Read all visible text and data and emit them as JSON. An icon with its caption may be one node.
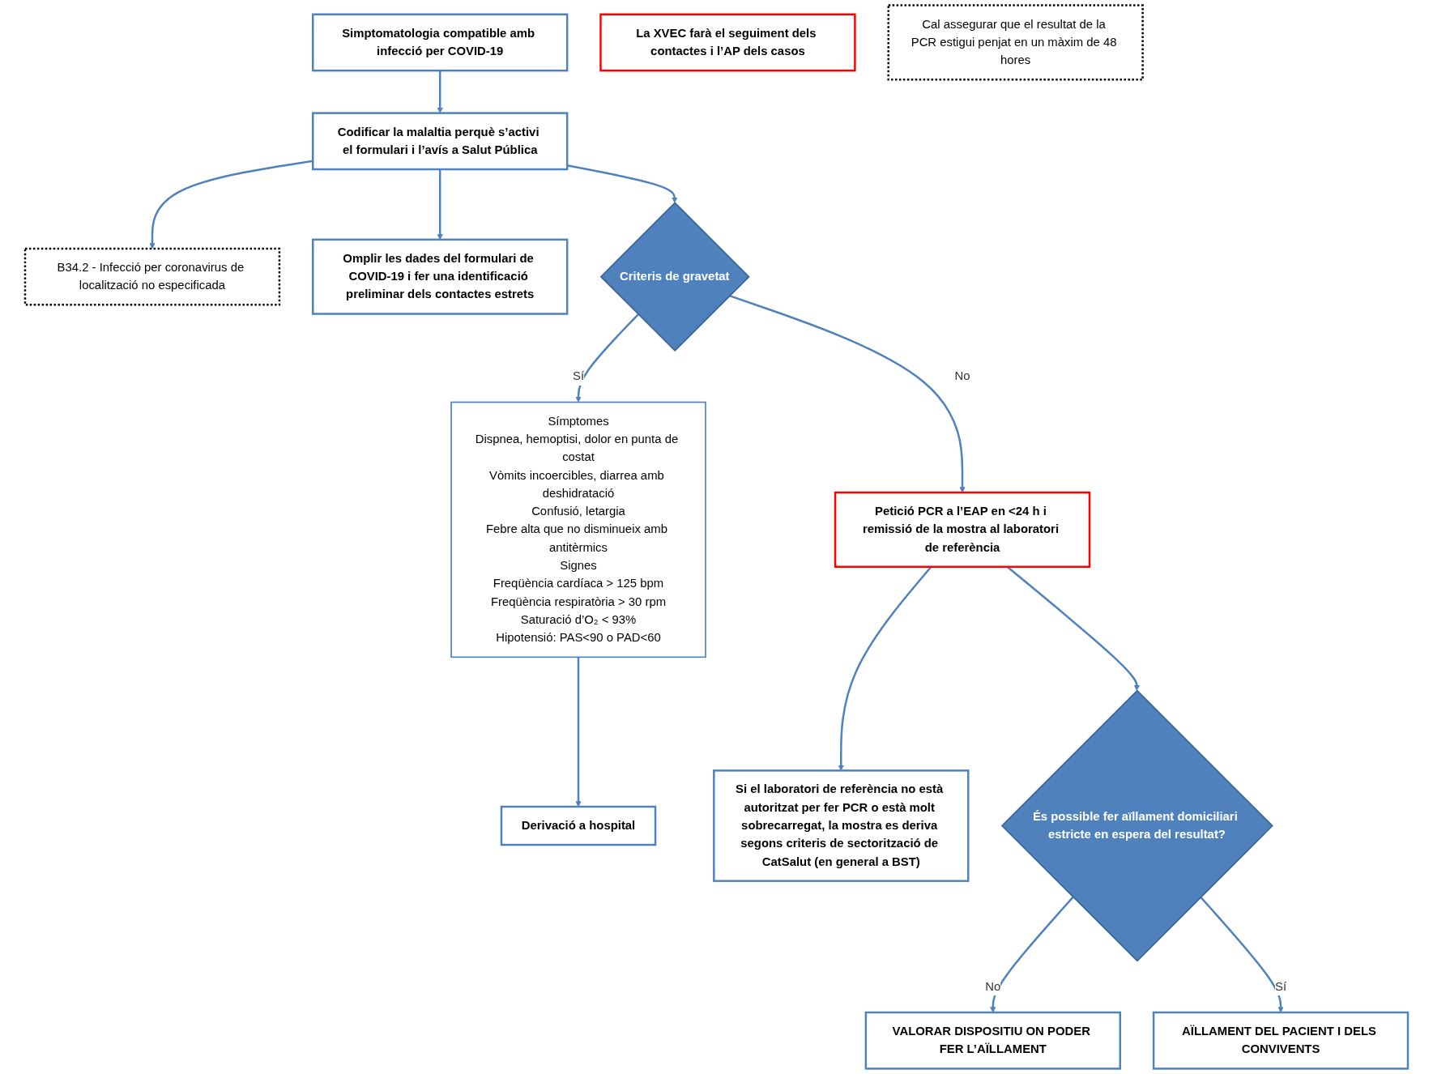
{
  "diagram": {
    "nodes": [
      {
        "text": [
          "Simptomatologia compatible amb infecció per COVID-19"
        ]
      },
      {
        "text": [
          "La XVEC farà el seguiment dels contactes i l’AP dels casos"
        ]
      },
      {
        "text": [
          "B34.2 - Infecció per coronavirus de localització no especificada"
        ]
      },
      {
        "text": [
          "Codificar la malaltia perquè s’activi el formulari i l’avís a Salut Pública"
        ]
      },
      {
        "text": [
          "Omplir les dades del formulari de COVID-19 i fer una identificació preliminar dels contactes estrets"
        ]
      },
      {
        "text": [
          "Criteris de gravetat"
        ]
      },
      {
        "text": [
          "Símptomes",
          "Dispnea, hemoptisi, dolor en punta de costat",
          "Vòmits incoercibles, diarrea amb deshidratació",
          "Confusió, letargia",
          "Febre alta que no disminueix amb antitèrmics",
          "Signes",
          "Freqüència cardíaca > 125 bpm",
          "Freqüència respiratòria > 30 rpm",
          "Saturació d’O₂ < 93%",
          "Hipotensió: PAS<90 o PAD<60"
        ]
      },
      {
        "text": [
          "Cal assegurar que el resultat de la PCR estigui penjat en un màxim de 48 hores"
        ]
      },
      {
        "text": [
          "Petició PCR a l’EAP en <24 h i remissió de la mostra al laboratori de referència"
        ]
      },
      {
        "text": [
          "Si el laboratori de referència no està autoritzat per fer PCR o està molt sobrecarregat, la mostra es deriva segons criteris de sectorització de CatSalut (en general a BST)"
        ]
      },
      {
        "text": [
          "Derivació a hospital"
        ]
      },
      {
        "text": [
          "És possible fer aïllament domiciliari estricte en espera del resultat?"
        ]
      },
      {
        "text": [
          "VALORAR DISPOSITIU ON PODER FER L’AÏLLAMENT"
        ]
      },
      {
        "text": [
          "AÏLLAMENT DEL PACIENT I DELS CONVIVENTS"
        ]
      }
    ],
    "edges": [
      {
        "from": 0,
        "to": 3,
        "arrow": "to"
      },
      {
        "from": 3,
        "to": 2,
        "arrow": "to"
      },
      {
        "from": 3,
        "to": 4,
        "arrow": "to"
      },
      {
        "from": 3,
        "to": 5,
        "arrow": "to"
      },
      {
        "from": 5,
        "to": 6,
        "arrow": "to",
        "label": "Sí"
      },
      {
        "from": 5,
        "to": 8,
        "arrow": "to",
        "label": "No"
      },
      {
        "from": 8,
        "to": 9,
        "arrow": "to"
      },
      {
        "from": 8,
        "to": 11,
        "arrow": "to"
      },
      {
        "from": 6,
        "to": 10,
        "arrow": "to"
      },
      {
        "from": 11,
        "to": 12,
        "arrow": "to",
        "label": "No"
      },
      {
        "from": 11,
        "to": 13,
        "arrow": "to",
        "label": "Sí"
      }
    ]
  }
}
